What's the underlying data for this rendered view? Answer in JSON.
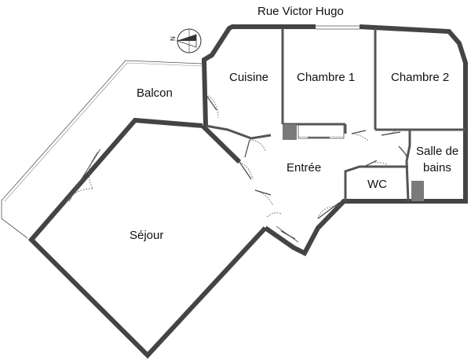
{
  "street": "Rue Victor Hugo",
  "compass": {
    "letter": "N"
  },
  "rooms": {
    "balcon": "Balcon",
    "cuisine": "Cuisine",
    "chambre1": "Chambre 1",
    "chambre2": "Chambre 2",
    "salle_de_bains_line1": "Salle de",
    "salle_de_bains_line2": "bains",
    "entree": "Entrée",
    "wc": "WC",
    "sejour": "Séjour"
  }
}
